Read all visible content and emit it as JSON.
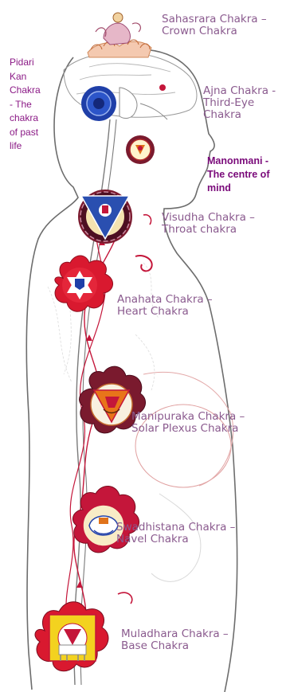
{
  "labels": {
    "sahasrara": [
      "Sahasrara Chakra –",
      "Crown Chakra"
    ],
    "ajna": [
      "Ajna Chakra -",
      "Third-Eye",
      "Chakra"
    ],
    "pidari": [
      "Pidari",
      "Kan",
      "Chakra",
      "- The",
      "chakra",
      "of past",
      "life"
    ],
    "manonmani": [
      "Manonmani -",
      "The centre of",
      "mind"
    ],
    "visudha": [
      "Visudha Chakra –",
      "Throat chakra"
    ],
    "anahata": [
      "Anahata Chakra –",
      "Heart Chakra"
    ],
    "manipuraka": [
      "Manipuraka Chakra –",
      "Solar Plexus Chakra"
    ],
    "swadhistana": [
      "Swadhistana Chakra –",
      "Navel Chakra"
    ],
    "muladhara": [
      "Muladhara Chakra –",
      "Base Chakra"
    ]
  },
  "colors": {
    "label_text": "#8a5a8e",
    "pidari_text": "#8b1a86",
    "manonmani_text": "#7a0a7a",
    "outline": "#555555",
    "crimson": "#c4163a",
    "deep_blue": "#1f3fa8",
    "yellow": "#f2c41a",
    "orange": "#e8751a"
  }
}
